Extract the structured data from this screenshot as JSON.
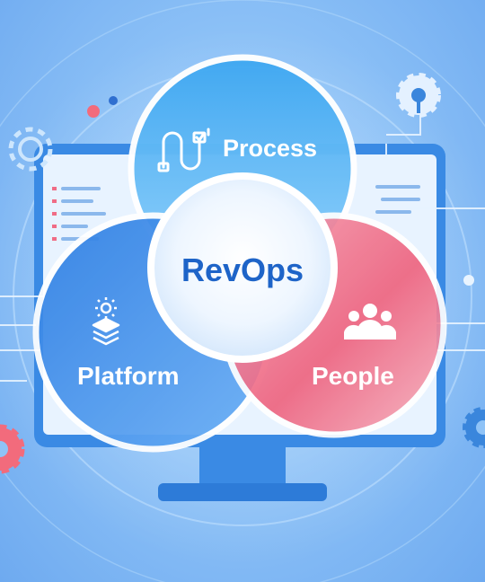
{
  "diagram": {
    "center": {
      "label": "RevOps"
    },
    "circles": [
      {
        "id": "process",
        "label": "Process",
        "icon": "wiring-icon",
        "color": "#56b4f3"
      },
      {
        "id": "platform",
        "label": "Platform",
        "icon": "layers-icon",
        "color": "#3f86e6"
      },
      {
        "id": "people",
        "label": "People",
        "icon": "people-icon",
        "color": "#f06c86"
      }
    ]
  },
  "colors": {
    "background": "#8fc3f7",
    "center_text": "#1e64c8",
    "monitor": "#3a8ae4",
    "gear_red": "#f26b7c",
    "gear_blue": "#3a86dc"
  }
}
